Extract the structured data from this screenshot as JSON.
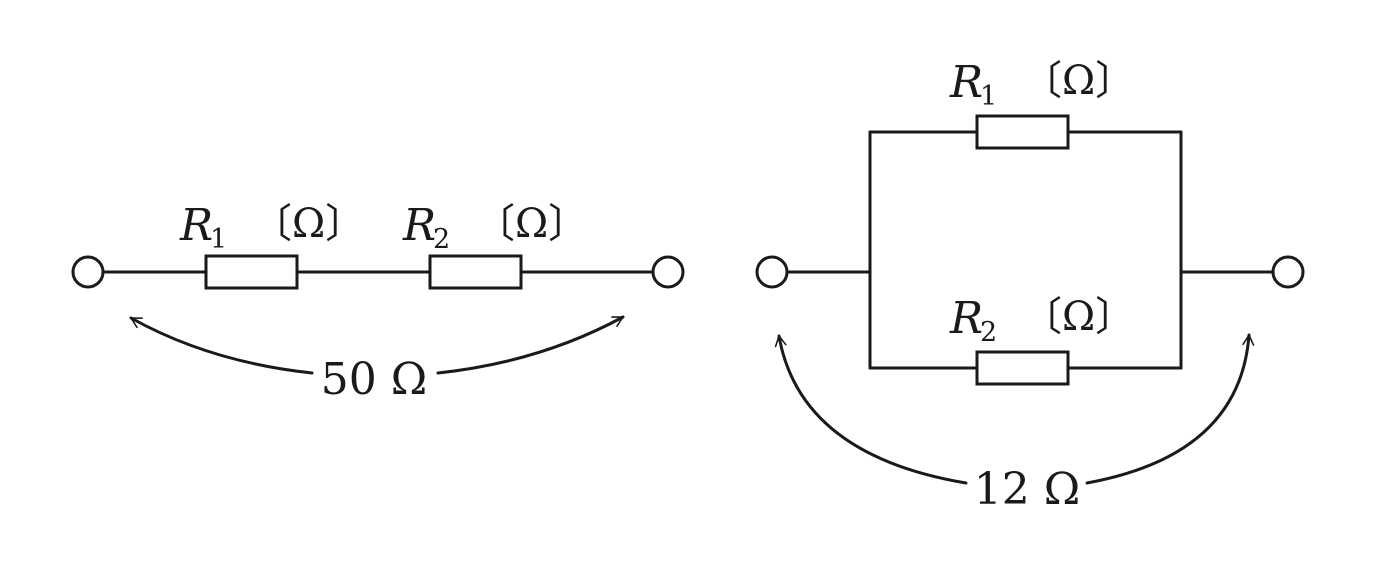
{
  "series_circuit": {
    "r1": {
      "symbol": "R",
      "subscript": "1",
      "unit": "〔Ω〕"
    },
    "r2": {
      "symbol": "R",
      "subscript": "2",
      "unit": "〔Ω〕"
    },
    "total": "50 Ω"
  },
  "parallel_circuit": {
    "r1": {
      "symbol": "R",
      "subscript": "1",
      "unit": "〔Ω〕"
    },
    "r2": {
      "symbol": "R",
      "subscript": "2",
      "unit": "〔Ω〕"
    },
    "total": "12 Ω"
  }
}
